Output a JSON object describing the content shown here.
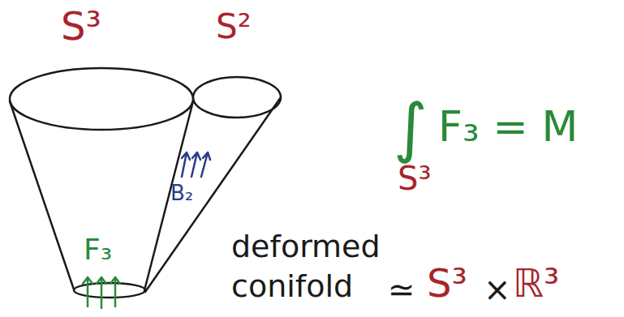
{
  "diagram": {
    "labels": [
      "S³",
      "S²",
      "F₃",
      "B₂",
      "∫",
      "S³",
      "F₃ = M",
      "deformed conifold",
      "≃",
      "S³",
      "×",
      "ℝ³"
    ]
  }
}
